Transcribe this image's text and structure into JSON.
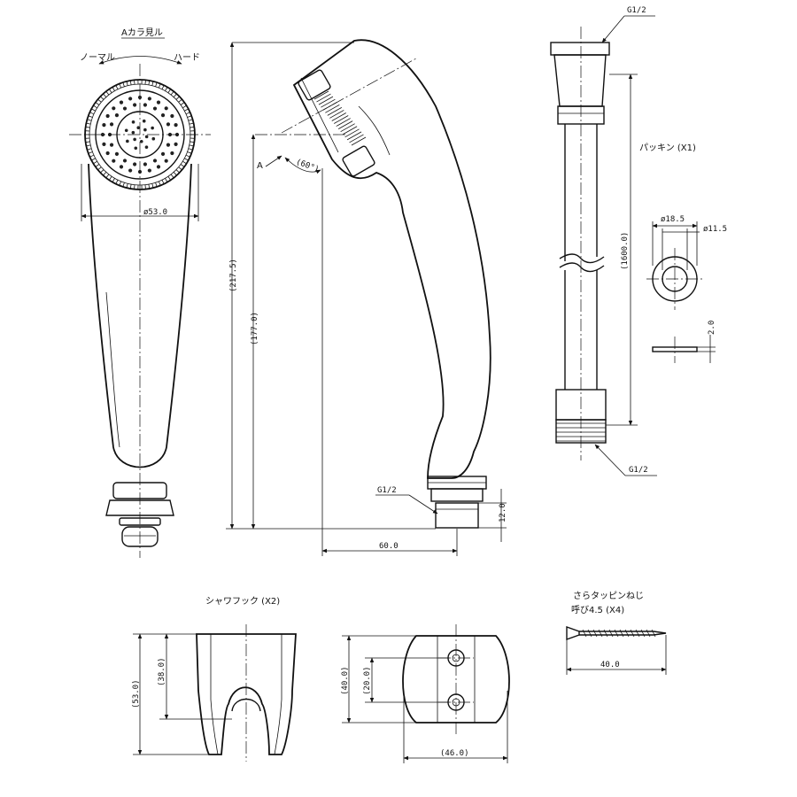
{
  "labels": {
    "view_a": "Aカラ見ル",
    "normal": "ノーマル",
    "hard": "ハード",
    "dia_head": "ø53.0",
    "len_total": "(217.5)",
    "len_177": "(177.0)",
    "angle": "(60°)",
    "arrow_a": "A",
    "g_half_top": "G1/2",
    "g_half_bottom": "G1/2",
    "g_half_head": "G1/2",
    "width_60": "60.0",
    "height_12": "12.0",
    "packing": "パッキン (X1)",
    "pack_outer": "ø18.5",
    "pack_inner": "ø11.5",
    "pack_thick": "2.0",
    "hose_len": "(1600.0)",
    "hook_title": "シャワフック (X2)",
    "hook_h53": "(53.0)",
    "hook_h38": "(38.0)",
    "hook_h40": "(40.0)",
    "hook_h20": "(20.0)",
    "hook_w46": "(46.0)",
    "screw_title_1": "さらタッピンねじ",
    "screw_title_2": "呼び4.5 (X4)",
    "screw_len": "40.0"
  }
}
